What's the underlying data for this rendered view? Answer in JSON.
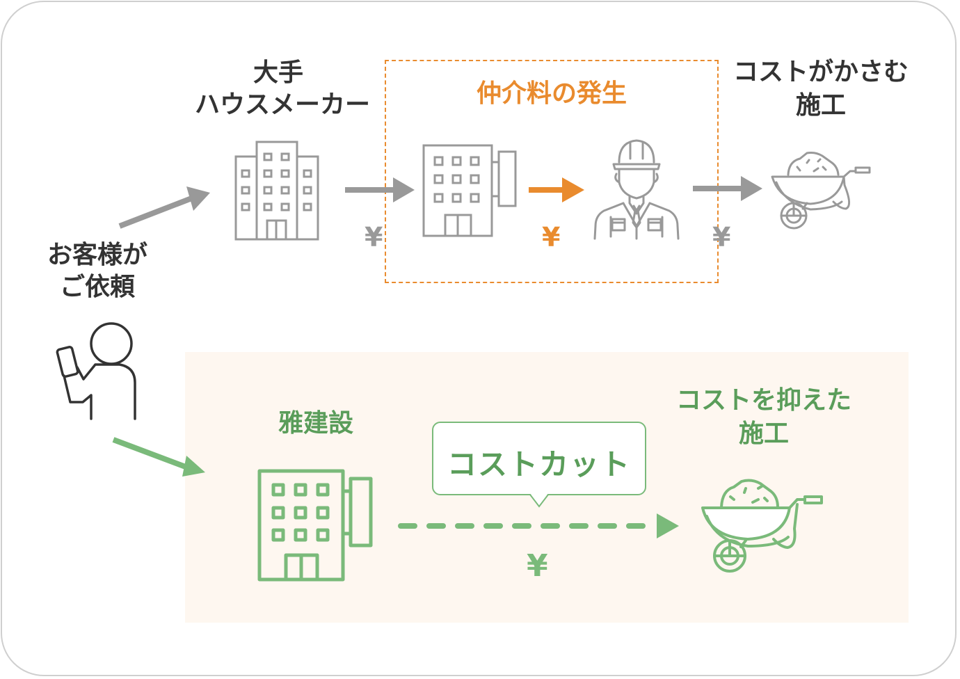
{
  "diagram": {
    "top_flow": {
      "customer_label_line1": "お客様が",
      "customer_label_line2": "ご依頼",
      "major_builder_line1": "大手",
      "major_builder_line2": "ハウスメーカー",
      "intermediary_fee_label": "仲介料の発生",
      "costly_construction_line1": "コストがかさむ",
      "costly_construction_line2": "施工",
      "yen_symbols": [
        "¥",
        "¥",
        "¥"
      ]
    },
    "bottom_flow": {
      "company_label": "雅建設",
      "callout_label": "コストカット",
      "reduced_cost_line1": "コストを抑えた",
      "reduced_cost_line2": "施工",
      "yen_symbol": "¥"
    },
    "colors": {
      "gray": "#999999",
      "orange": "#e98b2e",
      "green": "#7aba7a",
      "green_text": "#5a9d5a",
      "panel_bg": "#fef7f0",
      "text_dark": "#333333"
    }
  }
}
